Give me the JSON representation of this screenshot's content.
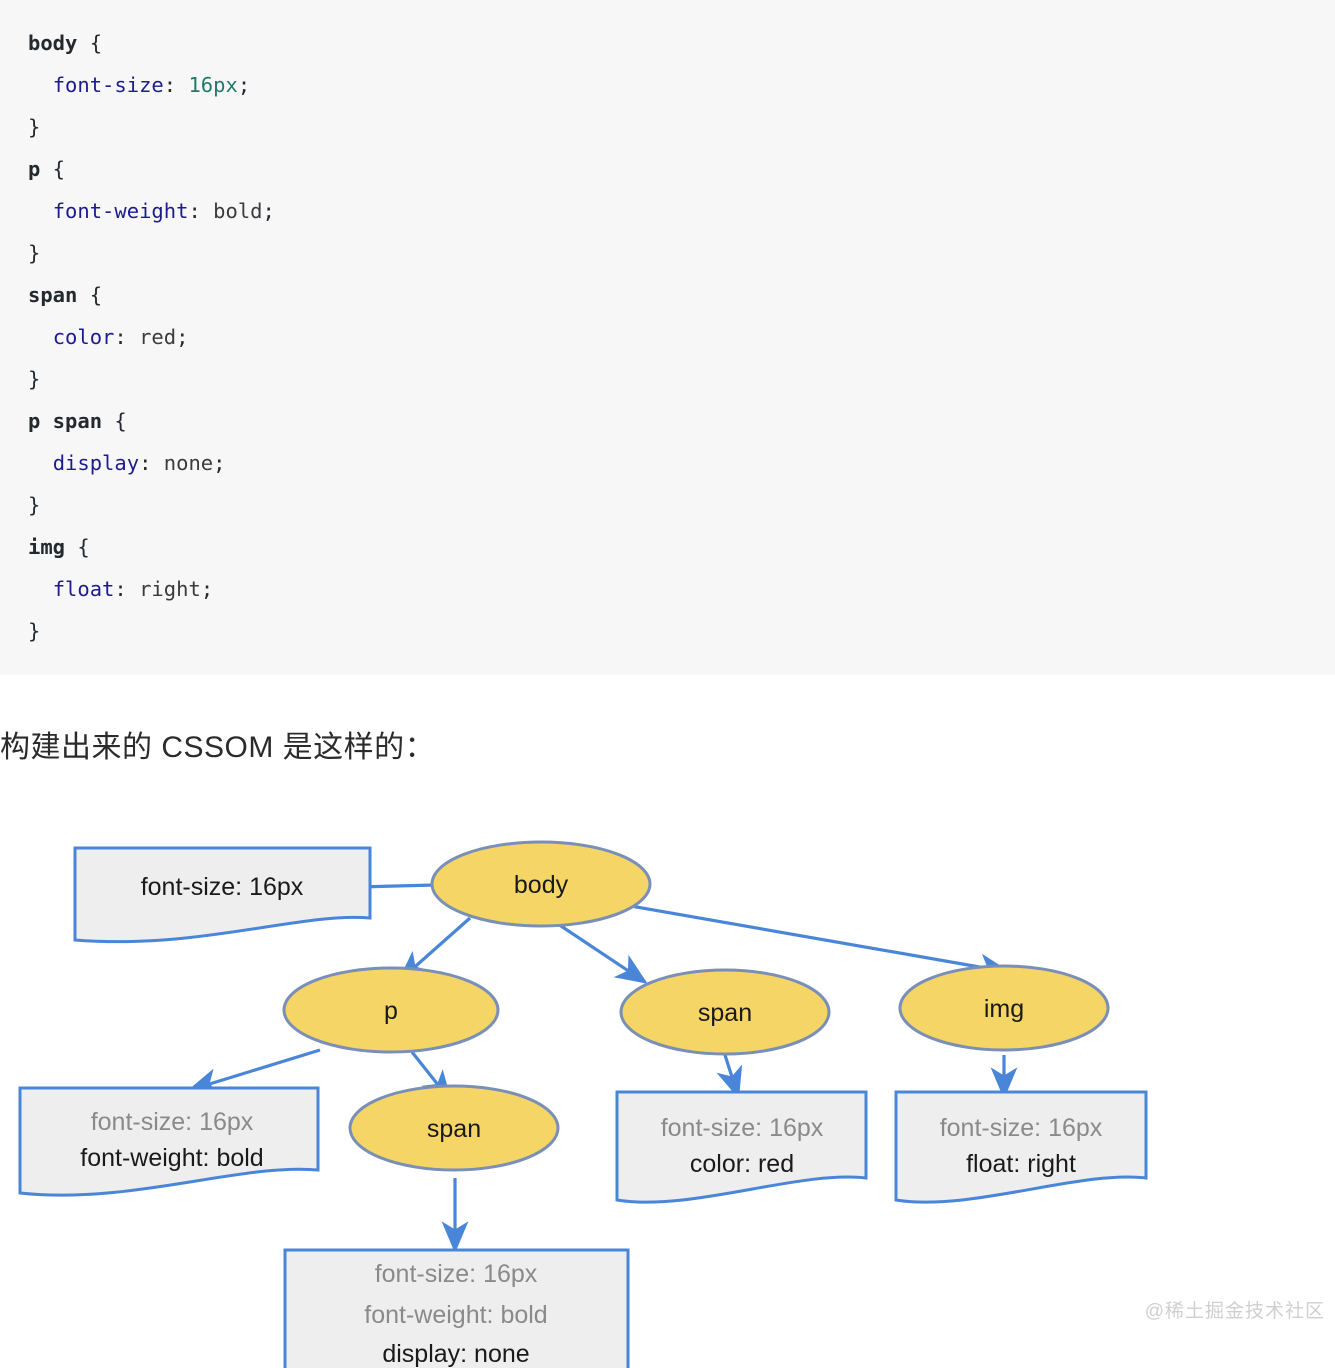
{
  "code_block": {
    "language": "css",
    "background": "#f7f7f8",
    "lines": [
      {
        "indent": 0,
        "selector": "body",
        "brace": "{"
      },
      {
        "indent": 1,
        "prop": "font-size",
        "value": "16px",
        "value_kind": "number"
      },
      {
        "indent": 0,
        "close": "}"
      },
      {
        "indent": 0,
        "selector": "p",
        "brace": "{"
      },
      {
        "indent": 1,
        "prop": "font-weight",
        "value": "bold",
        "value_kind": "keyword"
      },
      {
        "indent": 0,
        "close": "}"
      },
      {
        "indent": 0,
        "selector": "span",
        "brace": "{"
      },
      {
        "indent": 1,
        "prop": "color",
        "value": "red",
        "value_kind": "keyword"
      },
      {
        "indent": 0,
        "close": "}"
      },
      {
        "indent": 0,
        "selector": "p span",
        "brace": "{"
      },
      {
        "indent": 1,
        "prop": "display",
        "value": "none",
        "value_kind": "keyword"
      },
      {
        "indent": 0,
        "close": "}"
      },
      {
        "indent": 0,
        "selector": "img",
        "brace": "{"
      },
      {
        "indent": 1,
        "prop": "float",
        "value": "right",
        "value_kind": "keyword"
      },
      {
        "indent": 0,
        "close": "}"
      }
    ],
    "colors": {
      "selector": "#24292e",
      "property": "#1c1c8f",
      "number_value": "#217a6b",
      "keyword_value": "#3b3b3b",
      "punctuation": "#24292e"
    }
  },
  "caption": {
    "text": "构建出来的 CSSOM 是这样的："
  },
  "diagram": {
    "title": "CSSOM tree",
    "colors": {
      "node_fill": "#f5d565",
      "node_stroke": "#7a8fb8",
      "edge": "#4a86d8",
      "box_fill": "#eeeeee",
      "box_stroke": "#4a86d8",
      "inherited_text": "#8a8a8a",
      "own_text": "#1a1a1a"
    },
    "nodes": [
      {
        "id": "body",
        "label": "body"
      },
      {
        "id": "p",
        "label": "p"
      },
      {
        "id": "span1",
        "label": "span"
      },
      {
        "id": "img",
        "label": "img"
      },
      {
        "id": "span2",
        "label": "span"
      }
    ],
    "edges": [
      {
        "from": "body",
        "to": "box-body"
      },
      {
        "from": "body",
        "to": "p"
      },
      {
        "from": "body",
        "to": "span1"
      },
      {
        "from": "body",
        "to": "img"
      },
      {
        "from": "p",
        "to": "box-p"
      },
      {
        "from": "p",
        "to": "span2"
      },
      {
        "from": "span1",
        "to": "box-span1"
      },
      {
        "from": "img",
        "to": "box-img"
      },
      {
        "from": "span2",
        "to": "box-span2"
      }
    ],
    "boxes": [
      {
        "id": "box-body",
        "lines": [
          {
            "text": "font-size: 16px",
            "inherited": false
          }
        ]
      },
      {
        "id": "box-p",
        "lines": [
          {
            "text": "font-size: 16px",
            "inherited": true
          },
          {
            "text": "font-weight: bold",
            "inherited": false
          }
        ]
      },
      {
        "id": "box-span1",
        "lines": [
          {
            "text": "font-size: 16px",
            "inherited": true
          },
          {
            "text": "color: red",
            "inherited": false
          }
        ]
      },
      {
        "id": "box-img",
        "lines": [
          {
            "text": "font-size: 16px",
            "inherited": true
          },
          {
            "text": "float: right",
            "inherited": false
          }
        ]
      },
      {
        "id": "box-span2",
        "lines": [
          {
            "text": "font-size: 16px",
            "inherited": true
          },
          {
            "text": "font-weight: bold",
            "inherited": true
          },
          {
            "text": "display: none",
            "inherited": false
          }
        ]
      }
    ]
  },
  "watermark": {
    "text": "@稀土掘金技术社区"
  }
}
